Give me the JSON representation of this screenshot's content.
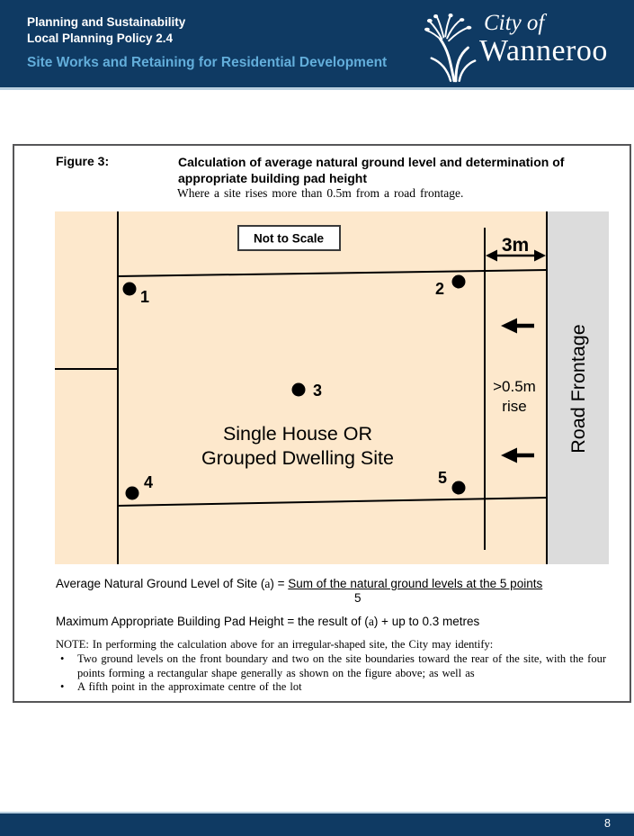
{
  "header": {
    "line1": "Planning and Sustainability",
    "line2": "Local Planning Policy 2.4",
    "subtitle": "Site Works and Retaining for Residential Development",
    "logo": {
      "icon": "kangaroo-paw-flower",
      "line1": "City of",
      "line2": "Wanneroo"
    }
  },
  "figure": {
    "label": "Figure 3:",
    "title_line1": "Calculation of average natural ground level and determination of",
    "title_line2": "appropriate building pad height",
    "subtitle": "Where a site rises more than 0.5m from a road frontage.",
    "diagram": {
      "not_to_scale": "Not to Scale",
      "dim_3m": "3m",
      "rise_line1": ">0.5m",
      "rise_line2": "rise",
      "site_line1": "Single House OR",
      "site_line2": "Grouped Dwelling Site",
      "road_frontage": "Road Frontage",
      "points": [
        "1",
        "2",
        "3",
        "4",
        "5"
      ],
      "icons": {
        "slope_arrows": "left-arrow",
        "dimension_arrow": "double-headed-arrow"
      }
    },
    "formula1": {
      "prefix": "Average Natural Ground Level of Site (",
      "var": "a",
      "mid": ") = ",
      "numerator": "Sum of the natural ground levels at the 5 points",
      "denominator": "5"
    },
    "formula2": {
      "prefix": "Maximum Appropriate Building Pad Height = the result of (",
      "var": "a",
      "suffix": ") + up to 0.3 metres"
    },
    "note_heading": "NOTE: In performing the calculation above for an irregular-shaped site, the City may identify:",
    "bullets": [
      "Two ground levels on the front boundary and two on the site boundaries toward the rear of the site, with the four points forming a rectangular shape generally as shown on the figure above; as well as",
      "A fifth point in the approximate centre of the lot"
    ]
  },
  "footer": {
    "page_number": "8"
  },
  "colors": {
    "navy": "#0f3a63",
    "header_subtitle_blue": "#63aedb",
    "separator_blue": "#b9cfdf",
    "site_fill": "#fde8cc",
    "road_reserve_fill": "#dcdcdc",
    "figure_border": "#565658"
  }
}
